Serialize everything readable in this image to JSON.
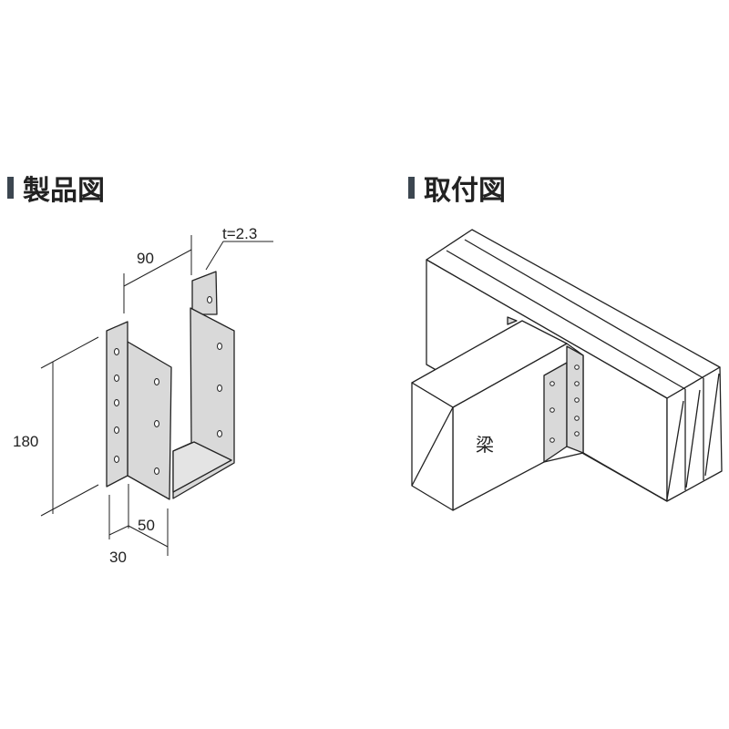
{
  "product_drawing": {
    "title": "製品図",
    "dimensions": {
      "width": "90",
      "height": "180",
      "depth_flange": "30",
      "depth_side": "50",
      "thickness": "t=2.3"
    }
  },
  "installation_drawing": {
    "title": "取付図",
    "beam_label": "梁"
  },
  "colors": {
    "metal": "#d9d9d9",
    "line": "#222222",
    "heading_bar": "#3c4650"
  }
}
